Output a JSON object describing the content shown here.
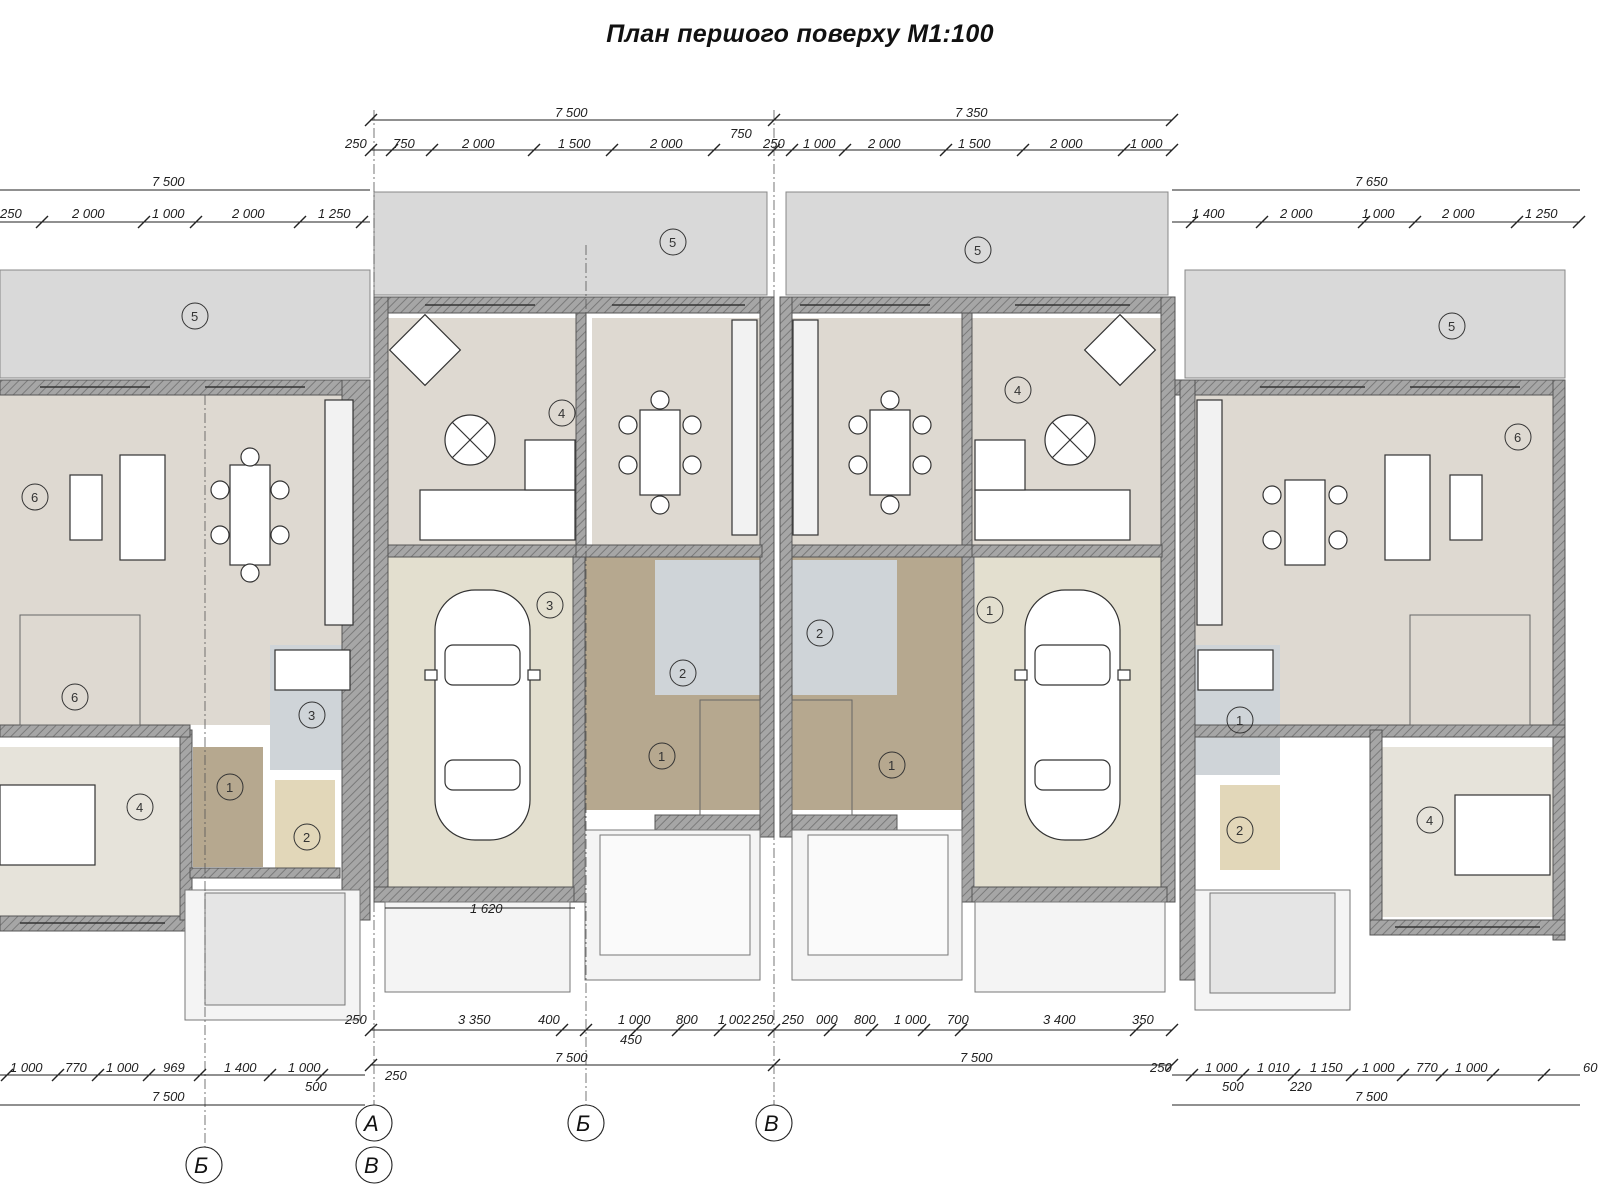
{
  "title": "План першого поверху  М1:100",
  "top_dims": {
    "overall_left": "7 500",
    "overall_center_left": "7 500",
    "overall_center_right": "7 350",
    "overall_right": "7 650",
    "left_unit": [
      "250",
      "2 000",
      "1 000",
      "2 000",
      "1 250"
    ],
    "center_left": [
      "250",
      "750",
      "2 000",
      "1 500",
      "2 000",
      "750"
    ],
    "center_right": [
      "250",
      "1 000",
      "2 000",
      "1 500",
      "2 000",
      "1 000"
    ],
    "right_unit": [
      "1 400",
      "2 000",
      "1 000",
      "2 000",
      "1 250"
    ]
  },
  "bottom_dims": {
    "inner_left": [
      "3 350",
      "400",
      "1 000",
      "800",
      "1 002",
      "250"
    ],
    "inner_right": [
      "250",
      "000",
      "800",
      "1 000",
      "700",
      "3 400",
      "350"
    ],
    "small": [
      "450"
    ],
    "porch": "1 620",
    "left_250": "250",
    "right_250": "250",
    "center_left_total": "7 500",
    "center_right_total": "7 500",
    "left_chain": [
      "1 000",
      "770",
      "1 000",
      "969",
      "1 400",
      "1 000"
    ],
    "left_chain_sub": [
      "500"
    ],
    "left_total": "7 500",
    "right_chain": [
      "1 000",
      "1 010",
      "1 150",
      "1 000",
      "770",
      "1 000"
    ],
    "right_chain_sub": [
      "500",
      "220"
    ],
    "right_total": "7 500",
    "left_250_b": "250",
    "right_60": "60"
  },
  "axes": [
    "А",
    "Б",
    "В",
    "Б",
    "В"
  ],
  "rooms": {
    "left_unit": [
      "5",
      "6",
      "6",
      "4",
      "1",
      "2",
      "3"
    ],
    "center_left": [
      "5",
      "4",
      "3",
      "2",
      "1"
    ],
    "center_right": [
      "5",
      "4",
      "1",
      "2",
      "1"
    ],
    "right_unit": [
      "5",
      "6",
      "4",
      "1",
      "2"
    ]
  },
  "colors": {
    "terrace": "#d9d9d9",
    "living": "#ded9d1",
    "garage": "#e3dfcf",
    "hall": "#b6a88f",
    "bedroom": "#e6e3da",
    "wet": "#cfd4d8",
    "wall": "#9a9a9a"
  }
}
